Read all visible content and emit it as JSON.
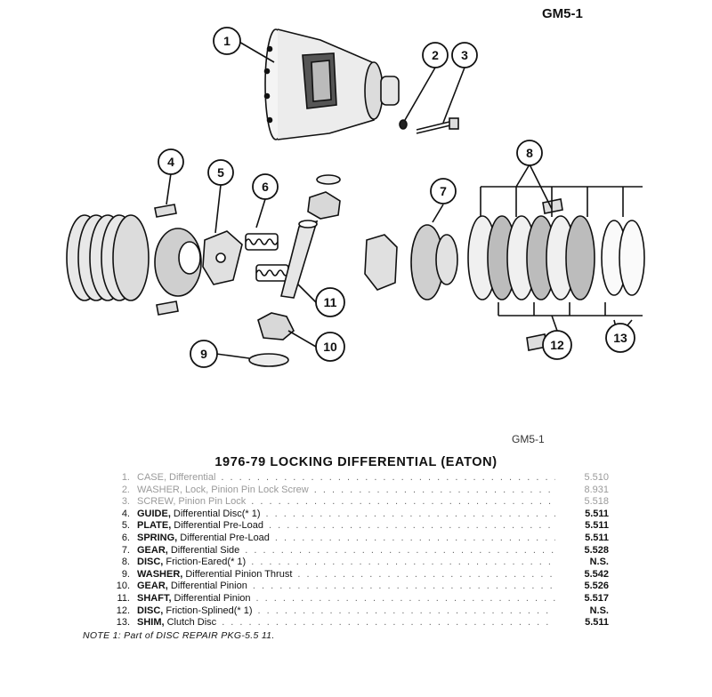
{
  "page": {
    "code_top": "GM5-1",
    "code_bottom": "GM5-1",
    "title": "1976-79 LOCKING DIFFERENTIAL (EATON)",
    "note": "NOTE 1: Part of DISC REPAIR PKG-5.5 11."
  },
  "callouts": [
    "1",
    "2",
    "3",
    "4",
    "5",
    "6",
    "7",
    "8",
    "9",
    "10",
    "11",
    "12",
    "13"
  ],
  "parts": [
    {
      "num": "1.",
      "name": "CASE,",
      "desc": "Differential",
      "code": "5.510",
      "faint": true
    },
    {
      "num": "2.",
      "name": "WASHER,",
      "desc": "Lock, Pinion Pin Lock Screw",
      "code": "8.931",
      "faint": true
    },
    {
      "num": "3.",
      "name": "SCREW,",
      "desc": "Pinion Pin Lock",
      "code": "5.518",
      "faint": true
    },
    {
      "num": "4.",
      "name": "GUIDE,",
      "desc": "Differential Disc(* 1)",
      "code": "5.511",
      "faint": false
    },
    {
      "num": "5.",
      "name": "PLATE,",
      "desc": "Differential Pre-Load",
      "code": "5.511",
      "faint": false
    },
    {
      "num": "6.",
      "name": "SPRING,",
      "desc": "Differential Pre-Load",
      "code": "5.511",
      "faint": false
    },
    {
      "num": "7.",
      "name": "GEAR,",
      "desc": "Differential Side",
      "code": "5.528",
      "faint": false
    },
    {
      "num": "8.",
      "name": "DISC,",
      "desc": "Friction-Eared(* 1)",
      "code": "N.S.",
      "faint": false
    },
    {
      "num": "9.",
      "name": "WASHER,",
      "desc": "Differential Pinion Thrust",
      "code": "5.542",
      "faint": false
    },
    {
      "num": "10.",
      "name": "GEAR,",
      "desc": "Differential Pinion",
      "code": "5.526",
      "faint": false
    },
    {
      "num": "11.",
      "name": "SHAFT,",
      "desc": "Differential Pinion",
      "code": "5.517",
      "faint": false
    },
    {
      "num": "12.",
      "name": "DISC,",
      "desc": "Friction-Splined(* 1)",
      "code": "N.S.",
      "faint": false
    },
    {
      "num": "13.",
      "name": "SHIM,",
      "desc": "Clutch Disc",
      "code": "5.511",
      "faint": false
    }
  ]
}
